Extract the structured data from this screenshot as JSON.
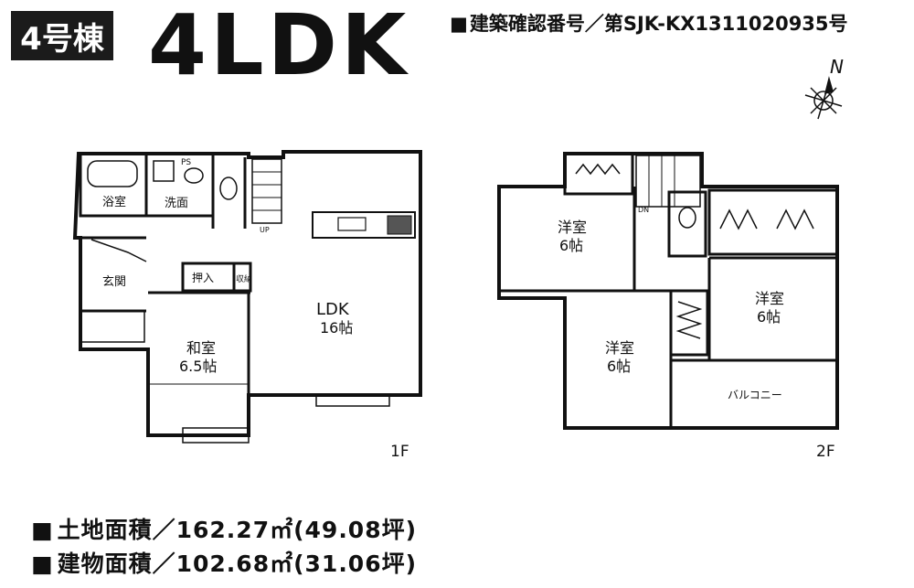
{
  "header": {
    "building_label": "4号棟",
    "plan_type": "4LDK",
    "permit_text": "建築確認番号／第SJK-KX1311020935号"
  },
  "compass": {
    "north_label": "N"
  },
  "floor1": {
    "label": "1F",
    "rooms": {
      "bath": "浴室",
      "washroom": "洗面",
      "entrance": "玄関",
      "closet_oshiire": "押入",
      "storage": "収納",
      "japanese_room_name": "和室",
      "japanese_room_size": "6.5帖",
      "ldk_name": "LDK",
      "ldk_size": "16帖",
      "ps": "PS",
      "up": "UP"
    }
  },
  "floor2": {
    "label": "2F",
    "rooms": {
      "western_a_name": "洋室",
      "western_a_size": "6帖",
      "western_b_name": "洋室",
      "western_b_size": "6帖",
      "western_c_name": "洋室",
      "western_c_size": "6帖",
      "balcony": "バルコニー",
      "dn": "DN"
    }
  },
  "areas": {
    "land": "土地面積／162.27㎡(49.08坪)",
    "building": "建物面積／102.68㎡(31.06坪)"
  }
}
